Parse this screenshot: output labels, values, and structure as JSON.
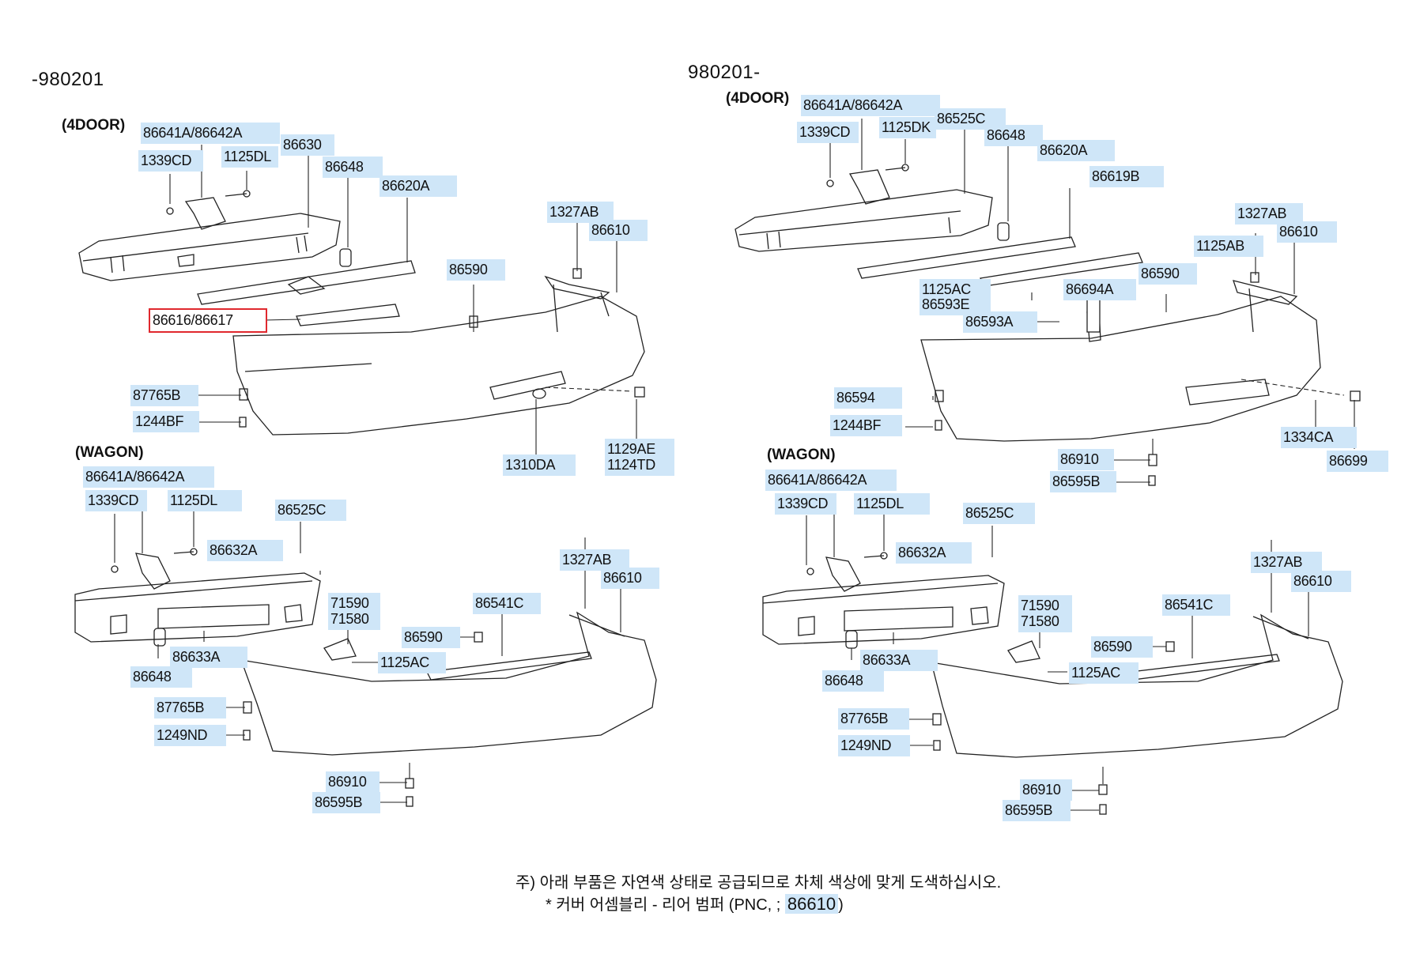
{
  "headers": {
    "left": "-980201",
    "right": "980201-"
  },
  "sections": {
    "l_4door": "(4DOOR)",
    "l_wagon": "(WAGON)",
    "r_4door": "(4DOOR)",
    "r_wagon": "(WAGON)"
  },
  "labels": {
    "l4": [
      "86641A/86642A",
      "1339CD",
      "1125DL",
      "86630",
      "86648",
      "86620A",
      "86616/86617",
      "86590",
      "1327AB",
      "86610",
      "87765B",
      "1244BF",
      "1310DA",
      "1129AE",
      "1124TD"
    ],
    "lw": [
      "86641A/86642A",
      "1339CD",
      "1125DL",
      "86525C",
      "86632A",
      "1327AB",
      "86610",
      "71590",
      "71580",
      "86541C",
      "86590",
      "1125AC",
      "86633A",
      "86648",
      "87765B",
      "1249ND",
      "86910",
      "86595B"
    ],
    "r4": [
      "86641A/86642A",
      "1339CD",
      "1125DK",
      "86525C",
      "86648",
      "86620A",
      "86619B",
      "1327AB",
      "86610",
      "1125AB",
      "1125AC",
      "86593E",
      "86694A",
      "86590",
      "86593A",
      "86594",
      "1244BF",
      "1334CA",
      "86910",
      "86595B",
      "86699"
    ],
    "rw": [
      "86641A/86642A",
      "1339CD",
      "1125DL",
      "86525C",
      "86632A",
      "1327AB",
      "86610",
      "71590",
      "71580",
      "86541C",
      "86590",
      "1125AC",
      "86633A",
      "86648",
      "87765B",
      "1249ND",
      "86910",
      "86595B"
    ]
  },
  "selected_part": "86616/86617",
  "note": {
    "line1": "주) 아래 부품은 자연색 상태로 공급되므로 차체 색상에 맞게 도색하십시오.",
    "line2_prefix": "* 커버 어셈블리 - 리어 범퍼 (PNC, ;",
    "line2_pnc": "86610",
    "line2_suffix": ")"
  }
}
